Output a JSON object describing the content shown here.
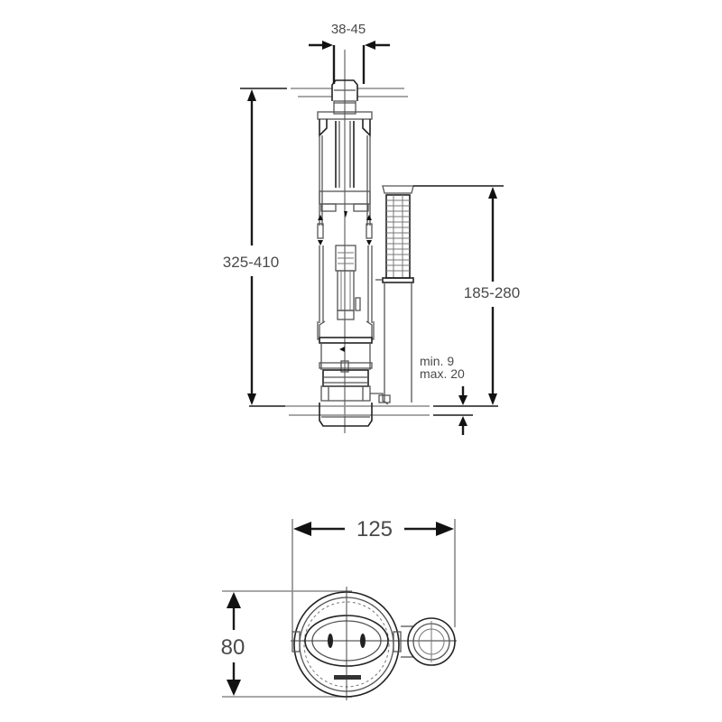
{
  "title": "Flush valve dimensional drawing",
  "side_view": {
    "dimensions": {
      "top_width": "38-45",
      "overall_height": "325-410",
      "overflow_height": "185-280",
      "flange_thickness_line1": "min. 9",
      "flange_thickness_line2": "max. 20"
    }
  },
  "top_view": {
    "dimensions": {
      "width": "125",
      "depth": "80"
    }
  },
  "colors": {
    "line": "#1a1a1a",
    "part_outline": "#555555",
    "text": "#4a4a4a",
    "background": "#ffffff"
  }
}
